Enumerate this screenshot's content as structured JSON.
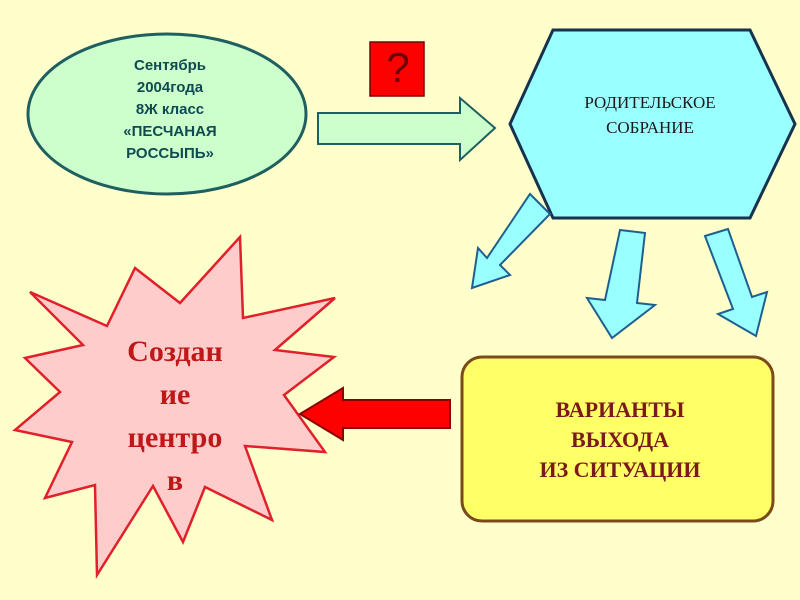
{
  "oval": {
    "lines": [
      "Сентябрь",
      "2004года",
      "8Ж класс",
      "«ПЕСЧАНАЯ",
      "РОССЫПЬ»"
    ]
  },
  "question": {
    "symbol": "?"
  },
  "hexagon": {
    "lines": [
      "РОДИТЕЛЬСКОЕ",
      "СОБРАНИЕ"
    ]
  },
  "variants": {
    "lines": [
      "ВАРИАНТЫ",
      "ВЫХОДА",
      "ИЗ СИТУАЦИИ"
    ]
  },
  "starburst": {
    "lines": [
      "Создан",
      "ие",
      "центро",
      "в"
    ]
  },
  "colors": {
    "background": "#ffffcc",
    "oval_fill": "#ccffcc",
    "oval_stroke": "#1f5f5f",
    "hex_fill": "#99ffff",
    "hex_stroke": "#16324f",
    "variants_fill": "#ffff66",
    "variants_stroke": "#7a4a1a",
    "star_fill": "#ffcccc",
    "star_stroke": "#e0202a",
    "question_fill": "#ff0000",
    "arrow_light_fill": "#99ffff",
    "arrow_green_fill": "#ccffcc",
    "arrow_red_fill": "#ff0000"
  }
}
